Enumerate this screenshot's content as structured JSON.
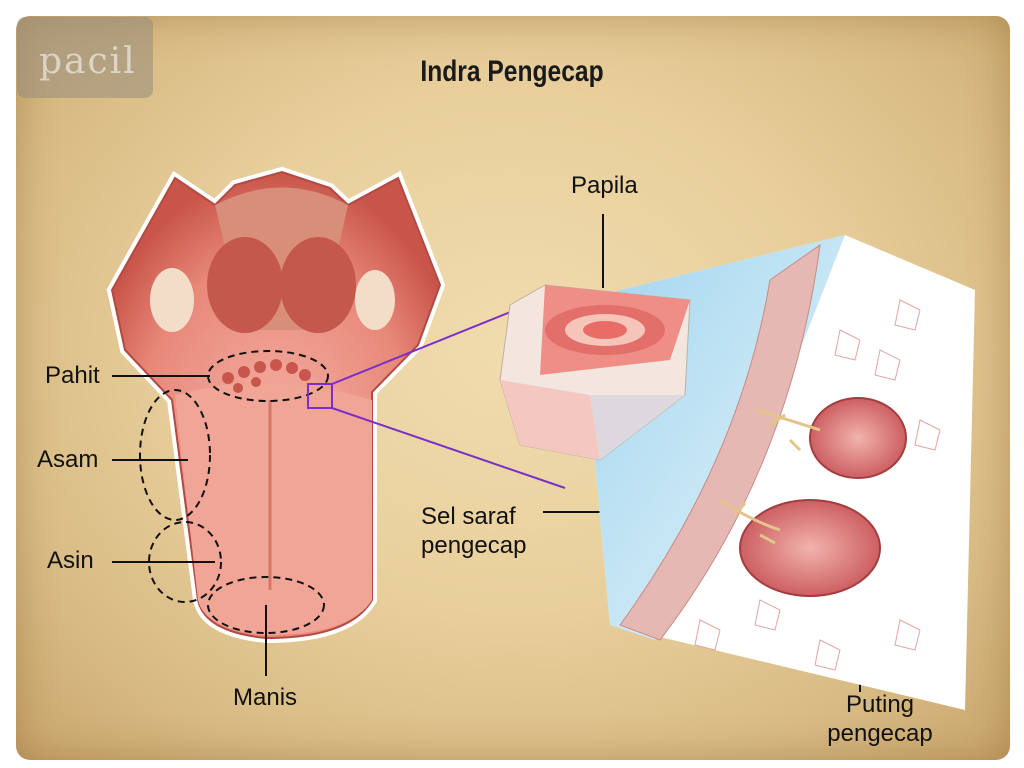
{
  "title": "Indra Pengecap",
  "logo_text": "pacil",
  "labels": {
    "pahit": "Pahit",
    "asam": "Asam",
    "asin": "Asin",
    "manis": "Manis",
    "papila": "Papila",
    "sel_saraf_1": "Sel saraf",
    "sel_saraf_2": "pengecap",
    "puting_1": "Puting",
    "puting_2": "pengecap"
  },
  "colors": {
    "background": "#e8cf9c",
    "connector": "#7b2fc9",
    "tissue": "#e27b70"
  }
}
